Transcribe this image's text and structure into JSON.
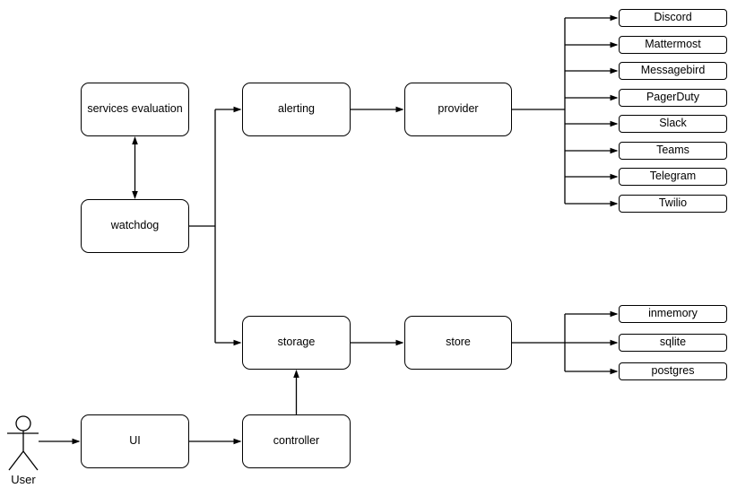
{
  "nodes": {
    "services_evaluation": {
      "label": "services evaluation"
    },
    "watchdog": {
      "label": "watchdog"
    },
    "alerting": {
      "label": "alerting"
    },
    "provider": {
      "label": "provider"
    },
    "storage": {
      "label": "storage"
    },
    "store": {
      "label": "store"
    },
    "ui": {
      "label": "UI"
    },
    "controller": {
      "label": "controller"
    }
  },
  "providers": [
    "Discord",
    "Mattermost",
    "Messagebird",
    "PagerDuty",
    "Slack",
    "Teams",
    "Telegram",
    "Twilio"
  ],
  "stores": [
    "inmemory",
    "sqlite",
    "postgres"
  ],
  "actor": {
    "label": "User"
  },
  "colors": {
    "stroke": "#000000",
    "node_fill": "#ffffff",
    "background": "#ffffff"
  }
}
